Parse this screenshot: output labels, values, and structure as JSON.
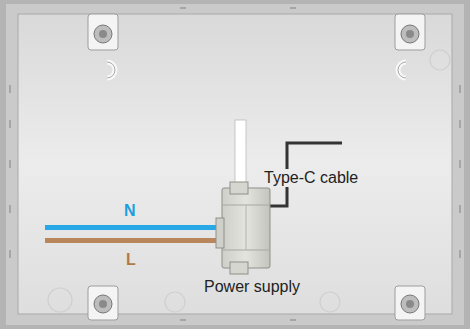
{
  "diagram": {
    "labels": [
      "Type-C cable",
      "N",
      "L",
      "Power supply"
    ]
  }
}
